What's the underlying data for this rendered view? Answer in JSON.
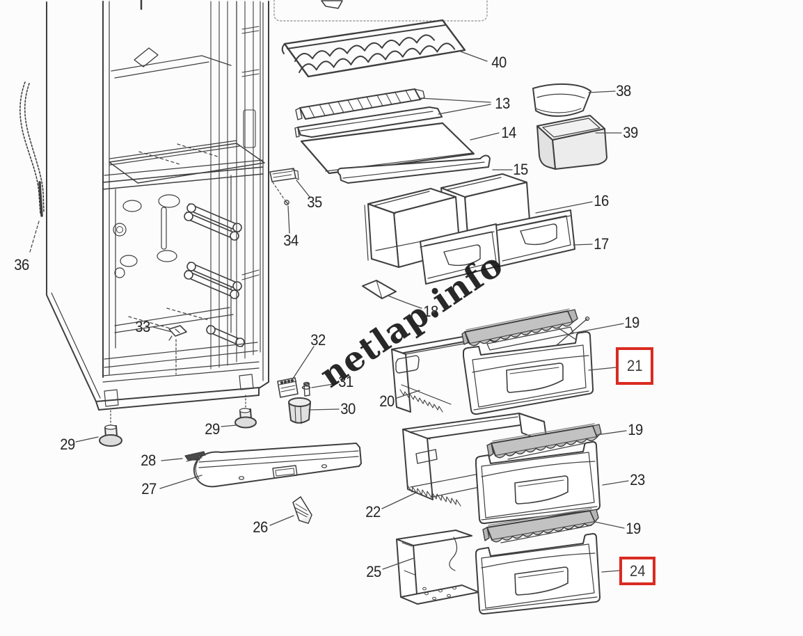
{
  "page": {
    "background": "#fcfcfc"
  },
  "watermark": {
    "text": "netlap.info",
    "angle_deg": -34,
    "color": "#161616"
  },
  "diagram": {
    "type": "exploded-parts-diagram",
    "subject": "refrigerator-freezer",
    "line_color": "#3e3e3e",
    "highlight_color": "#d92b21",
    "rail_fill": "#c2c2c2",
    "highlighted_parts": [
      "21",
      "24"
    ],
    "labels": {
      "l13": "13",
      "l14": "14",
      "l15": "15",
      "l16": "16",
      "l17": "17",
      "l18": "18",
      "l19a": "19",
      "l19b": "19",
      "l19c": "19",
      "l20": "20",
      "l21": "21",
      "l22": "22",
      "l23": "23",
      "l24": "24",
      "l25": "25",
      "l26": "26",
      "l27": "27",
      "l28": "28",
      "l29a": "29",
      "l29b": "29",
      "l30": "30",
      "l31": "31",
      "l32": "32",
      "l33": "33",
      "l34": "34",
      "l35": "35",
      "l36": "36",
      "l38": "38",
      "l39": "39",
      "l40": "40"
    }
  }
}
